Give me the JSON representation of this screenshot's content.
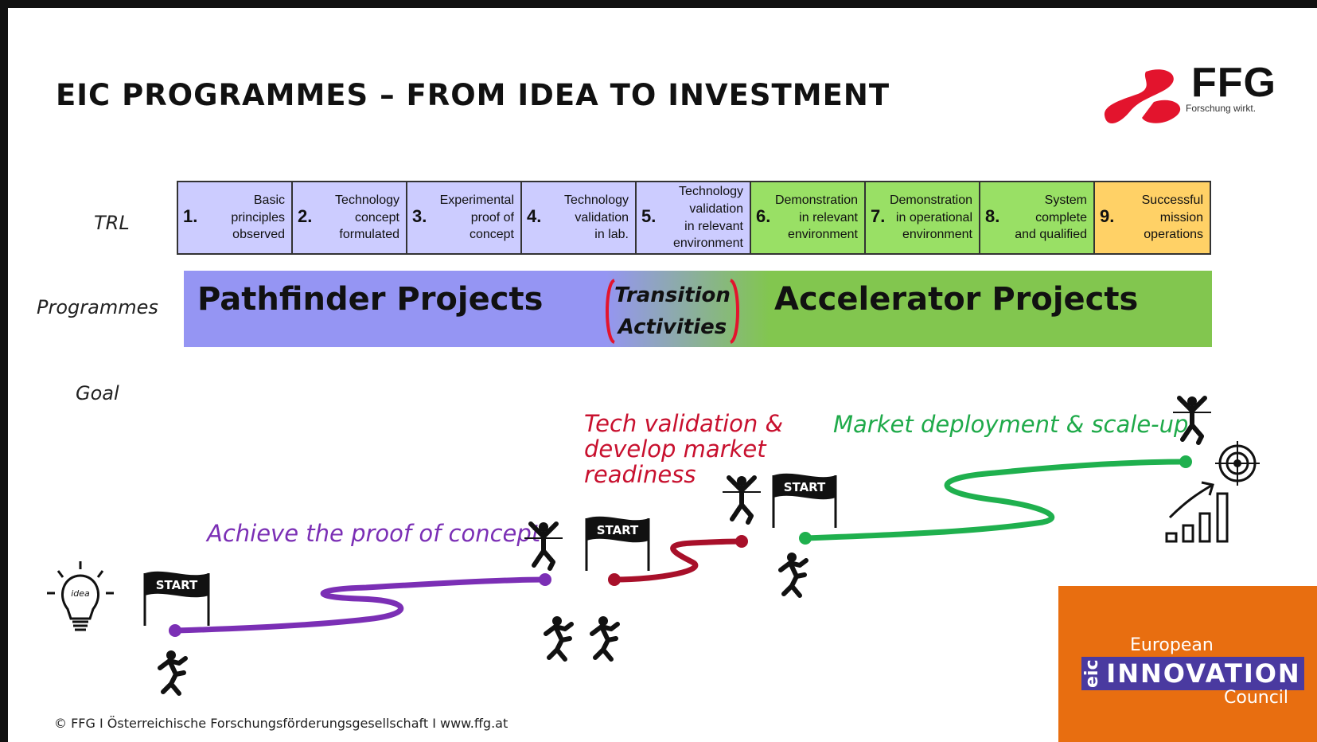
{
  "slide": {
    "title": "EIC PROGRAMMES – FROM IDEA TO INVESTMENT",
    "footer": "© FFG I Österreichische Forschungsförderungsgesellschaft I www.ffg.at"
  },
  "logo": {
    "name": "FFG",
    "tagline": "Forschung wirkt.",
    "colors": {
      "mark": "#e3142d",
      "text": "#111111"
    }
  },
  "row_labels": {
    "trl": "TRL",
    "programmes": "Programmes",
    "goal": "Goal"
  },
  "trl_levels": [
    {
      "num": "1.",
      "lines": [
        "Basic",
        "principles",
        "observed"
      ],
      "color": "#ccccff"
    },
    {
      "num": "2.",
      "lines": [
        "Technology",
        "concept",
        "formulated"
      ],
      "color": "#ccccff"
    },
    {
      "num": "3.",
      "lines": [
        "Experimental",
        "proof of",
        "concept"
      ],
      "color": "#ccccff"
    },
    {
      "num": "4.",
      "lines": [
        "Technology",
        "validation",
        "in lab."
      ],
      "color": "#ccccff"
    },
    {
      "num": "5.",
      "lines": [
        "Technology",
        "validation",
        "in relevant",
        "environment"
      ],
      "color": "#ccccff"
    },
    {
      "num": "6.",
      "lines": [
        "Demonstration",
        "in relevant",
        "environment"
      ],
      "color": "#99e065"
    },
    {
      "num": "7.",
      "lines": [
        "Demonstration",
        "in operational",
        "environment"
      ],
      "color": "#99e065"
    },
    {
      "num": "8.",
      "lines": [
        "System",
        "complete",
        "and qualified"
      ],
      "color": "#99e065"
    },
    {
      "num": "9.",
      "lines": [
        "Successful",
        "mission",
        "operations"
      ],
      "color": "#ffd166"
    }
  ],
  "programmes": {
    "pathfinder": "Pathfinder Projects",
    "transition_line1": "Transition",
    "transition_line2": "Activities",
    "accelerator": "Accelerator Projects",
    "colors": {
      "pathfinder": "#9595f3",
      "accelerator": "#82c64f",
      "bracket": "#e3142d"
    }
  },
  "goals": {
    "proof": {
      "text": "Achieve the proof of concept",
      "color": "#7b2fb5"
    },
    "tech_line1": "Tech validation &",
    "tech_line2": "develop market",
    "tech_line3": "readiness",
    "tech_color": "#c8102e",
    "market": {
      "text": "Market deployment & scale-up",
      "color": "#1faa4a"
    }
  },
  "start_flag_label": "START",
  "icons": [
    "lightbulb-idea-icon",
    "runner-icon",
    "relay-runners-icon",
    "finish-runner-icon",
    "target-growth-icon"
  ],
  "idea_bulb_label": "idea",
  "eic": {
    "line1": "European",
    "line2": "INNOVATION",
    "line3": "Council",
    "small": "eic",
    "colors": {
      "box": "#e86e10",
      "band": "#4a3aa0"
    }
  }
}
